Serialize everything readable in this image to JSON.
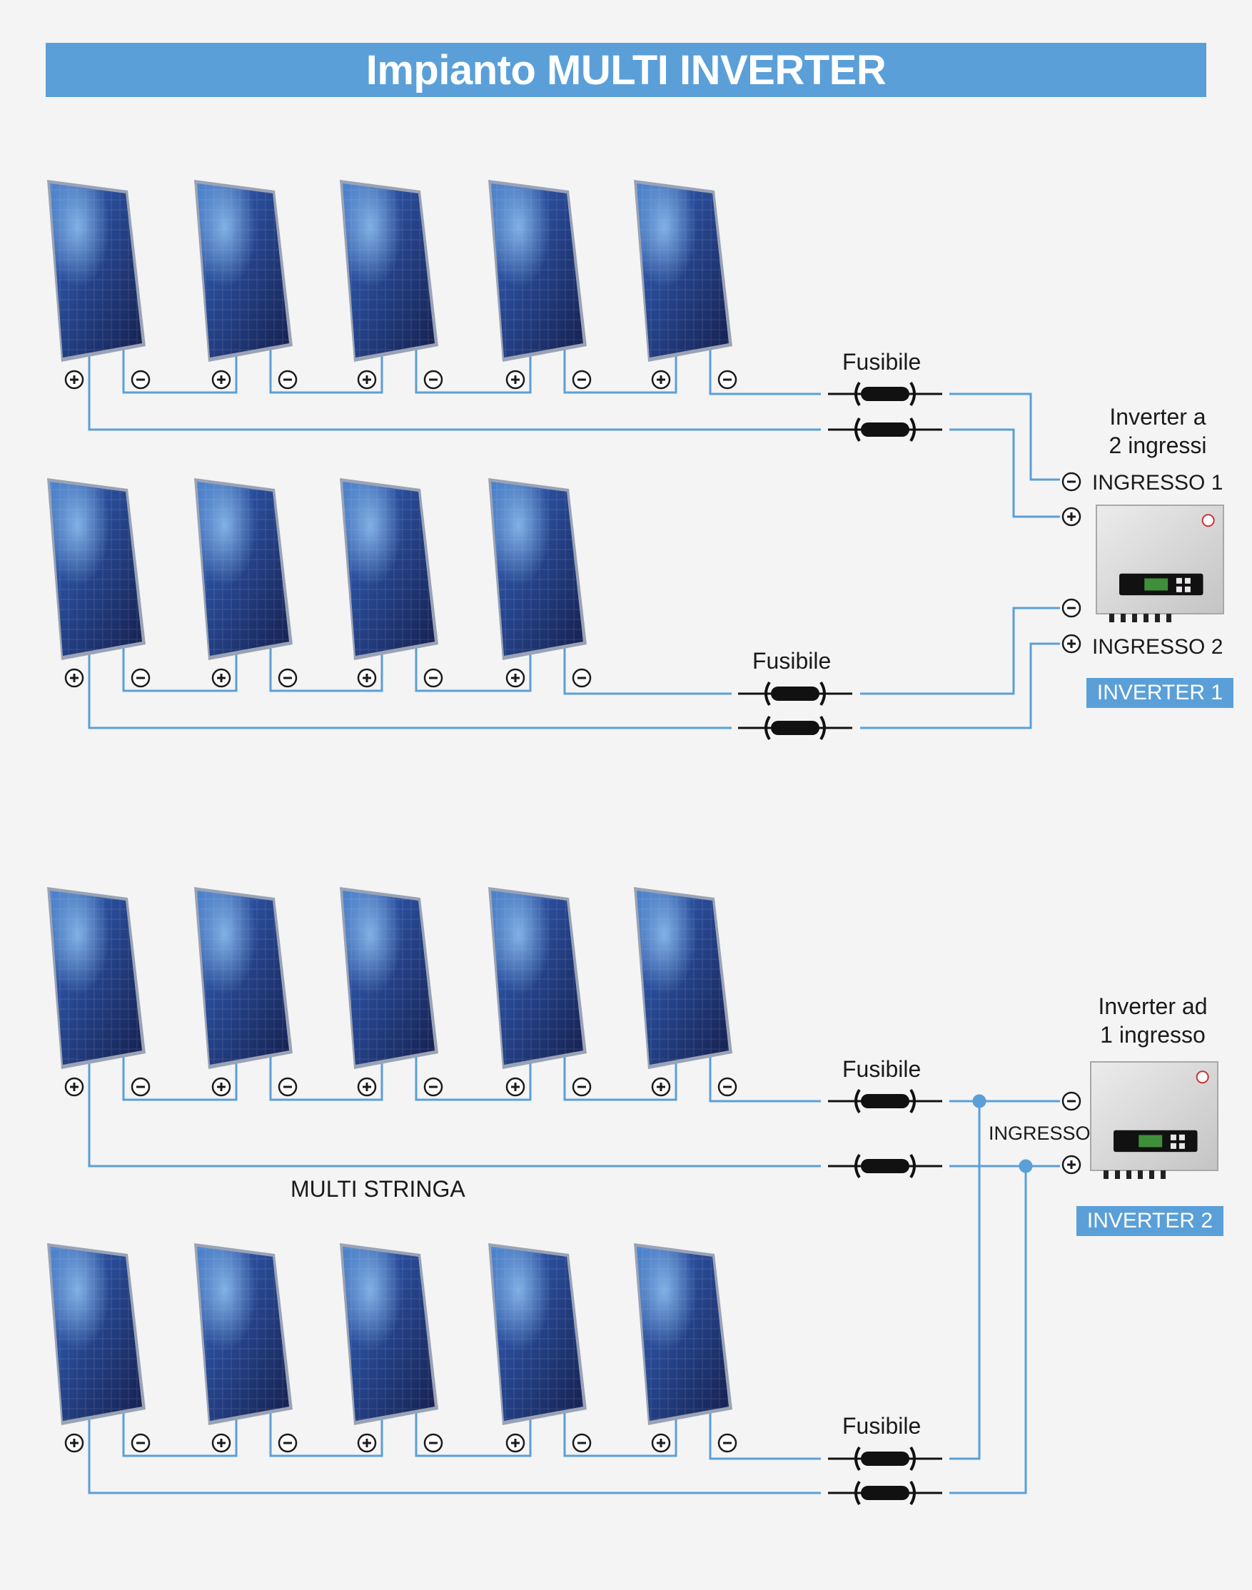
{
  "title": "Impianto MULTI INVERTER",
  "fuse_label": "Fusibile",
  "inverter1": {
    "caption": [
      "Inverter a",
      "2 ingressi"
    ],
    "input1_label": "INGRESSO 1",
    "input2_label": "INGRESSO 2",
    "badge": "INVERTER 1"
  },
  "inverter2": {
    "caption": [
      "Inverter ad",
      "1 ingresso"
    ],
    "input_label": "INGRESSO",
    "badge": "INVERTER 2"
  },
  "multi_string_label": "MULTI STRINGA",
  "terminal_symbols": {
    "plus": "+",
    "minus": "−"
  },
  "strings": [
    {
      "panels": 5
    },
    {
      "panels": 4
    },
    {
      "panels": 5
    },
    {
      "panels": 5
    }
  ],
  "colors": {
    "accent": "#5a9fd8",
    "wire": "#5a9fd8",
    "panel_dark": "#1b2a63",
    "panel_light": "#4a80c8",
    "fuse": "#111111",
    "inverter_body": "#d6d6d6"
  }
}
